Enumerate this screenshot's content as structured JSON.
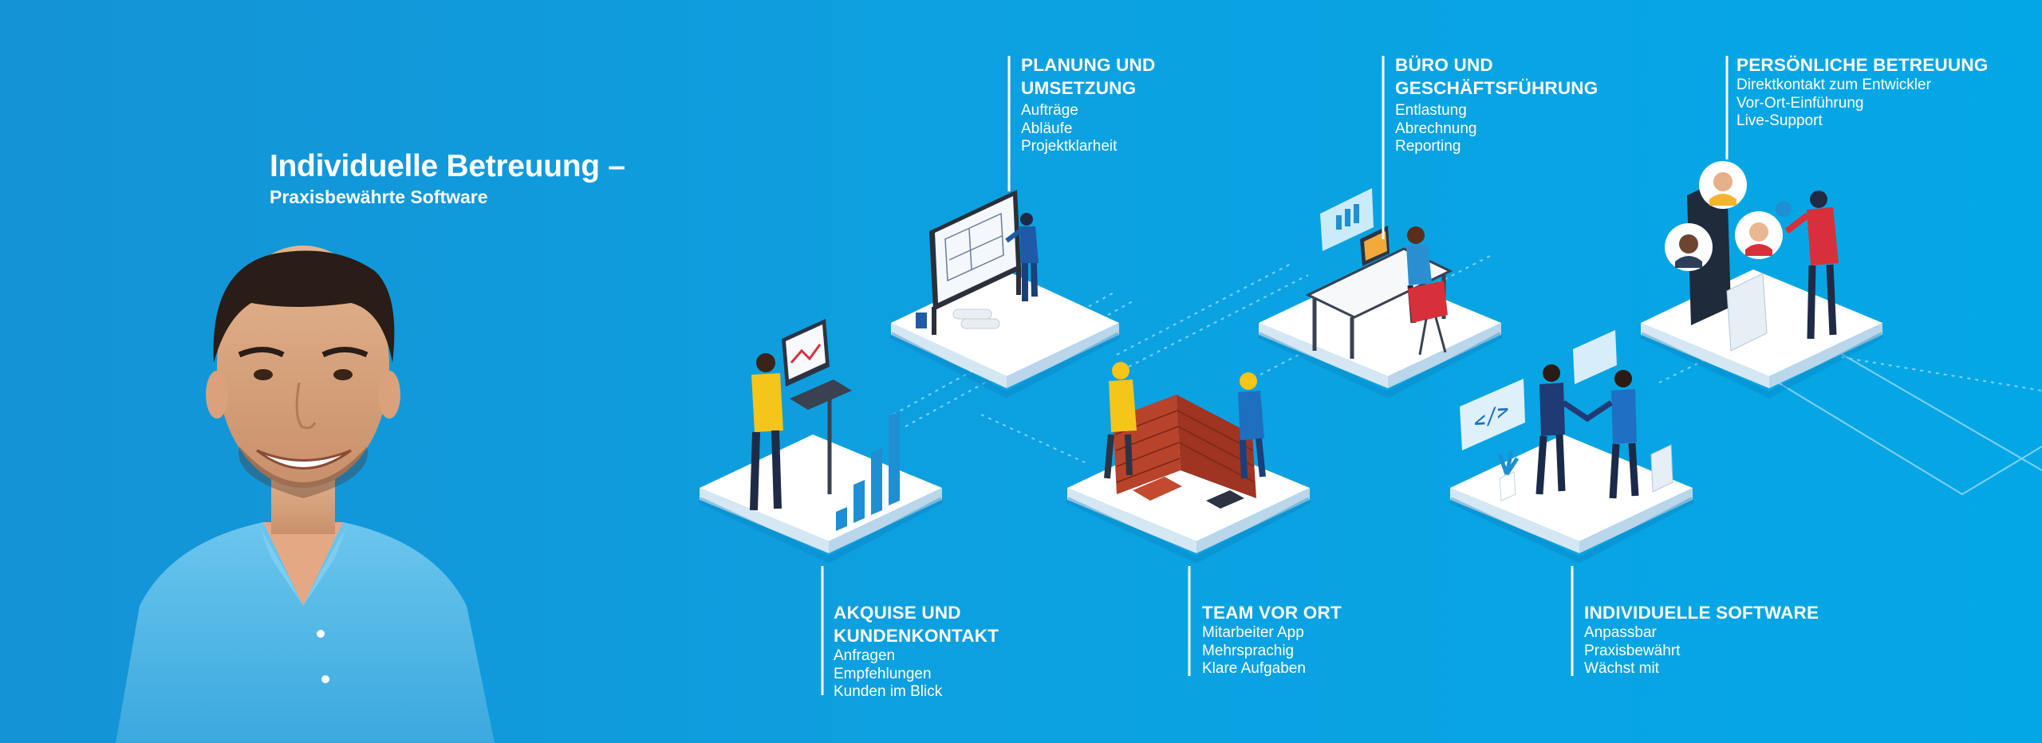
{
  "headline": {
    "title": "Individuelle Betreuung –",
    "subtitle": "Praxisbewährte Software"
  },
  "sections": {
    "planung": {
      "title_l1": "PLANUNG UND",
      "title_l2": "UMSETZUNG",
      "items": [
        "Aufträge",
        "Abläufe",
        "Projektklarheit"
      ]
    },
    "buero": {
      "title_l1": "BÜRO UND",
      "title_l2": "GESCHÄFTSFÜHRUNG",
      "items": [
        "Entlastung",
        "Abrechnung",
        "Reporting"
      ]
    },
    "persoenlich": {
      "title_l1": "PERSÖNLICHE BETREUUNG",
      "items": [
        "Direktkontakt zum Entwickler",
        "Vor-Ort-Einführung",
        "Live-Support"
      ]
    },
    "akquise": {
      "title_l1": "AKQUISE UND",
      "title_l2": "KUNDENKONTAKT",
      "items": [
        "Anfragen",
        "Empfehlungen",
        "Kunden im Blick"
      ]
    },
    "team": {
      "title_l1": "TEAM VOR ORT",
      "items": [
        "Mitarbeiter App",
        "Mehrsprachig",
        "Klare Aufgaben"
      ]
    },
    "software": {
      "title_l1": "INDIVIDUELLE SOFTWARE",
      "items": [
        "Anpassbar",
        "Praxisbewährt",
        "Wächst mit"
      ]
    }
  },
  "illustration": {
    "code_sign": "</>",
    "icons": [
      "whiteboard-icon",
      "desk-laptop-icon",
      "avatar-circles-icon",
      "standing-desk-icon",
      "brick-wall-icon",
      "handshake-icon"
    ]
  },
  "colors": {
    "background": "#0da0e0",
    "platform": "#ffffff",
    "accent_red": "#d7303a",
    "brick": "#b8432b"
  }
}
